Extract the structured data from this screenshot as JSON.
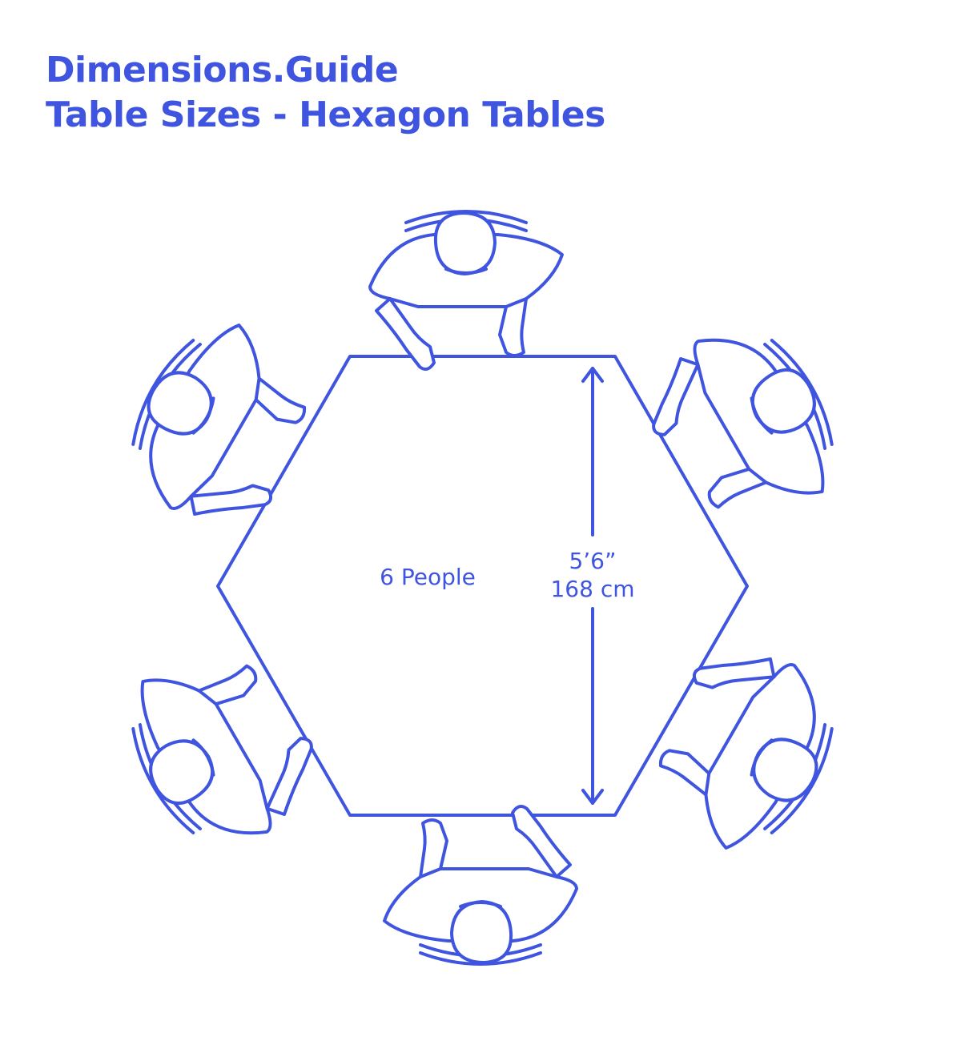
{
  "header": {
    "site_name": "Dimensions.Guide",
    "page_title": "Table Sizes - Hexagon Tables"
  },
  "diagram": {
    "capacity_label": "6 People",
    "dimension_imperial": "5’6”",
    "dimension_metric": "168 cm",
    "seat_count": 6
  },
  "colors": {
    "accent": "#3f55e0",
    "background": "#ffffff"
  }
}
